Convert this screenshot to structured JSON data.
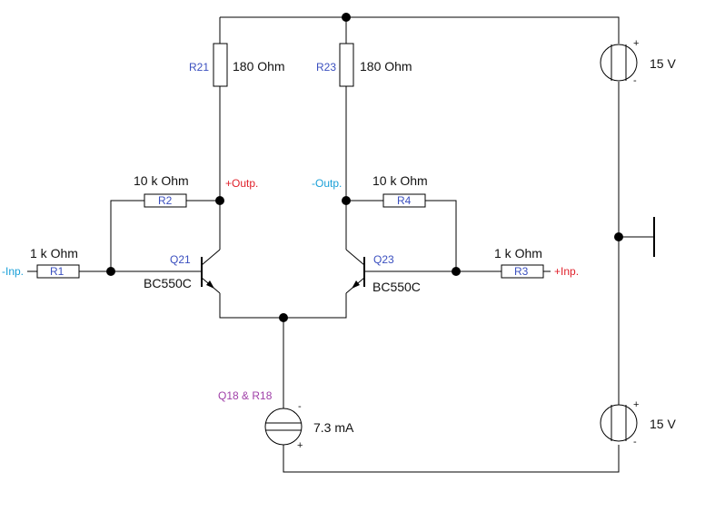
{
  "components": {
    "r21": {
      "ref": "R21",
      "value": "180  Ohm"
    },
    "r23": {
      "ref": "R23",
      "value": "180  Ohm"
    },
    "r2": {
      "ref": "R2",
      "value": "10 k Ohm"
    },
    "r4": {
      "ref": "R4",
      "value": "10 k Ohm"
    },
    "r1": {
      "ref": "R1",
      "value": "1 k Ohm"
    },
    "r3": {
      "ref": "R3",
      "value": "1 k Ohm"
    },
    "q21": {
      "ref": "Q21",
      "part": "BC550C"
    },
    "q23": {
      "ref": "Q23",
      "part": "BC550C"
    },
    "current_source": {
      "ref": "Q18 & R18",
      "value": "7.3 mA",
      "minus": "-",
      "plus": "+"
    },
    "v_top": {
      "value": "15 V",
      "plus": "+",
      "minus": "-"
    },
    "v_bottom": {
      "value": "15 V",
      "plus": "+",
      "minus": "-"
    }
  },
  "nets": {
    "out_plus": "+Outp.",
    "out_minus": "-Outp.",
    "in_minus": "-Inp.",
    "in_plus": "+Inp."
  },
  "colors": {
    "ref_label": "#3a4fbf",
    "plus_net": "#e0202a",
    "minus_net": "#1aa0d8",
    "current_source_label": "#a040a8"
  }
}
